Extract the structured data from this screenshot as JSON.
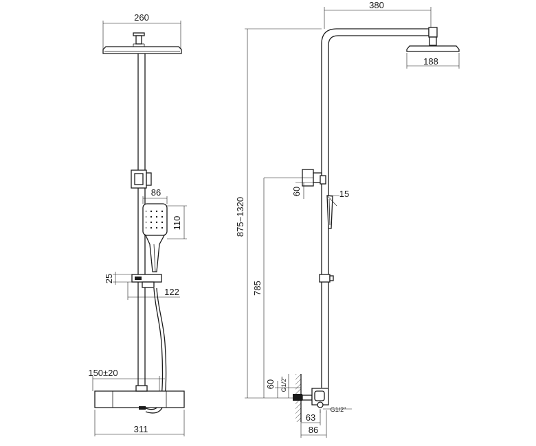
{
  "front_view": {
    "dims": {
      "head_width": "260",
      "hand_shower_width": "86",
      "hand_shower_height": "110",
      "holder_height": "25",
      "holder_depth": "122",
      "inlet_spacing": "150±20",
      "mixer_width": "311"
    }
  },
  "side_view": {
    "dims": {
      "arm_reach": "380",
      "head_diameter": "188",
      "height_range": "875~1320",
      "bracket_size": "60",
      "hand_angle": "15",
      "slide_height": "785",
      "thread_upper": "G1/2\"",
      "inlet_height": "60",
      "thread_lower": "G1/2\"",
      "offset_63": "63",
      "offset_86": "86"
    }
  }
}
